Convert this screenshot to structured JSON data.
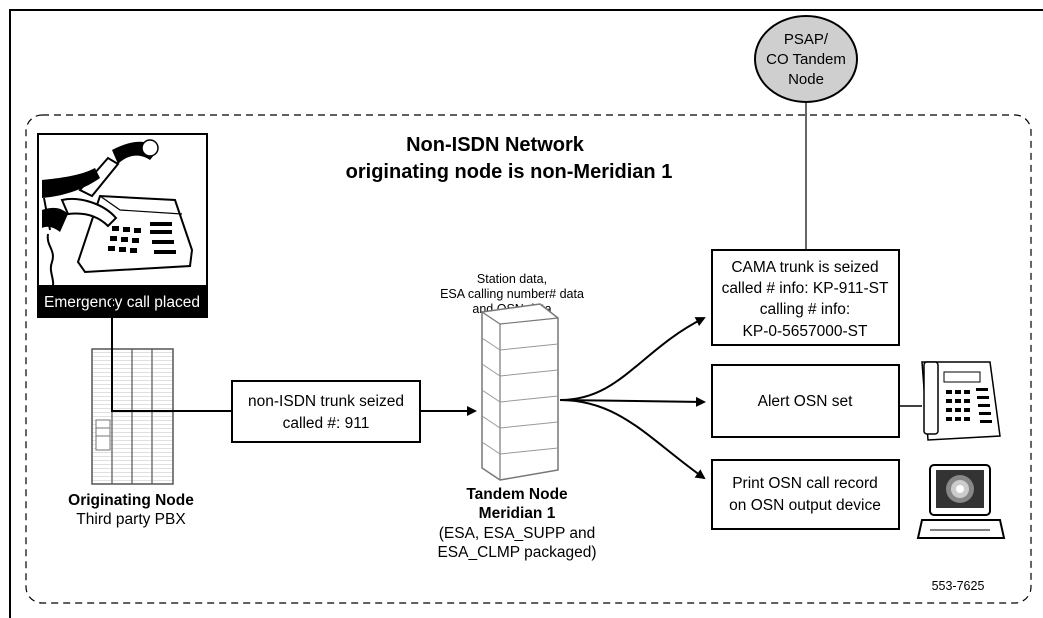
{
  "title": {
    "line1": "Non-ISDN Network",
    "line2": "originating node is non-Meridian 1"
  },
  "psap": {
    "line1": "PSAP/",
    "line2": "CO Tandem",
    "line3": "Node"
  },
  "emergency_caption": "Emergency call placed",
  "originating_node": {
    "name": "Originating Node",
    "detail": "Third party PBX"
  },
  "trunk_box": {
    "line1": "non-ISDN trunk seized",
    "line2": "called #: 911"
  },
  "station_data": {
    "line1": "Station data,",
    "line2": "ESA calling number# data",
    "line3": "and OSN data"
  },
  "tandem_node": {
    "line1": "Tandem Node",
    "line2": "Meridian 1",
    "line3": "(ESA, ESA_SUPP and",
    "line4": "ESA_CLMP packaged)"
  },
  "cama_box": {
    "line1": "CAMA trunk is seized",
    "line2": "called # info: KP-911-ST",
    "line3": "calling # info:",
    "line4": "KP-0-5657000-ST"
  },
  "alert_box": {
    "line1": "Alert OSN set"
  },
  "print_box": {
    "line1": "Print OSN call record",
    "line2": "on OSN output device"
  },
  "figure_number": "553-7625",
  "colors": {
    "psap_fill": "#cfcfcf",
    "caption_bg": "#000000",
    "caption_text": "#ffffff"
  }
}
